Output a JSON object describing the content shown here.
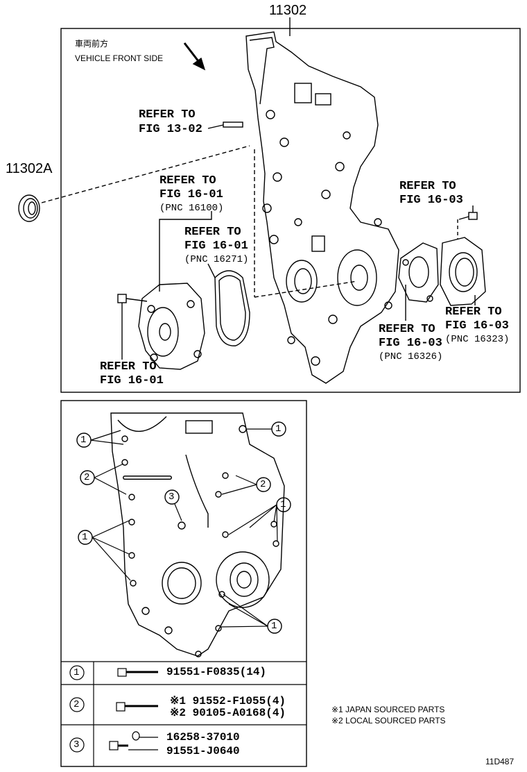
{
  "top_part_number": "11302",
  "seal_part_number": "11302A",
  "front_side": {
    "jp": "車両前方",
    "en": "VEHICLE FRONT SIDE"
  },
  "refs": {
    "stud": {
      "line1": "REFER TO",
      "line2": "FIG 13-02"
    },
    "pump_a": {
      "line1": "REFER TO",
      "line2": "FIG 16-01",
      "pnc": "(PNC 16100)"
    },
    "gasket": {
      "line1": "REFER TO",
      "line2": "FIG 16-01",
      "pnc": "(PNC 16271)"
    },
    "bolt_right": {
      "line1": "REFER TO",
      "line2": "FIG 16-03"
    },
    "inlet": {
      "line1": "REFER TO",
      "line2": "FIG 16-03",
      "pnc": "(PNC 16323)"
    },
    "inlet_gasket": {
      "line1": "REFER TO",
      "line2": "FIG 16-03",
      "pnc": "(PNC 16326)"
    },
    "pump_bolt": {
      "line1": "REFER TO",
      "line2": "FIG 16-01"
    }
  },
  "callouts": [
    "1",
    "2",
    "3"
  ],
  "parts_table": [
    {
      "callout": "1",
      "lines": [
        "91551-F0835(14)"
      ]
    },
    {
      "callout": "2",
      "lines": [
        "※1 91552-F1055(4)",
        "※2 90105-A0168(4)"
      ]
    },
    {
      "callout": "3",
      "lines": [
        "16258-37010",
        "91551-J0640"
      ]
    }
  ],
  "notes": [
    "※1 JAPAN SOURCED PARTS",
    "※2 LOCAL SOURCED PARTS"
  ],
  "figure_code": "11D487"
}
